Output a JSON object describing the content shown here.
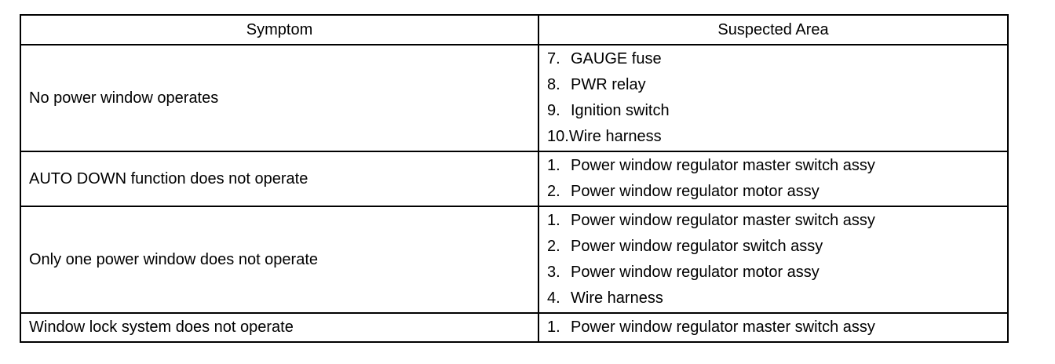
{
  "table": {
    "headers": [
      "Symptom",
      "Suspected Area"
    ],
    "rows": [
      {
        "symptom": "No power window operates",
        "areas": [
          {
            "num": "7.",
            "text": "GAUGE fuse"
          },
          {
            "num": "8.",
            "text": "PWR relay"
          },
          {
            "num": "9.",
            "text": "Ignition switch"
          },
          {
            "num": "10.",
            "text": "Wire harness"
          }
        ]
      },
      {
        "symptom": "AUTO DOWN function does not operate",
        "areas": [
          {
            "num": "1.",
            "text": "Power window regulator master switch assy"
          },
          {
            "num": "2.",
            "text": "Power window regulator motor assy"
          }
        ]
      },
      {
        "symptom": "Only one power window does not operate",
        "areas": [
          {
            "num": "1.",
            "text": "Power window regulator master switch assy"
          },
          {
            "num": "2.",
            "text": "Power window regulator switch assy"
          },
          {
            "num": "3.",
            "text": "Power window regulator motor assy"
          },
          {
            "num": "4.",
            "text": "Wire harness"
          }
        ]
      },
      {
        "symptom": "Window lock system does not operate",
        "areas": [
          {
            "num": "1.",
            "text": "Power window regulator master switch assy"
          }
        ]
      }
    ]
  }
}
